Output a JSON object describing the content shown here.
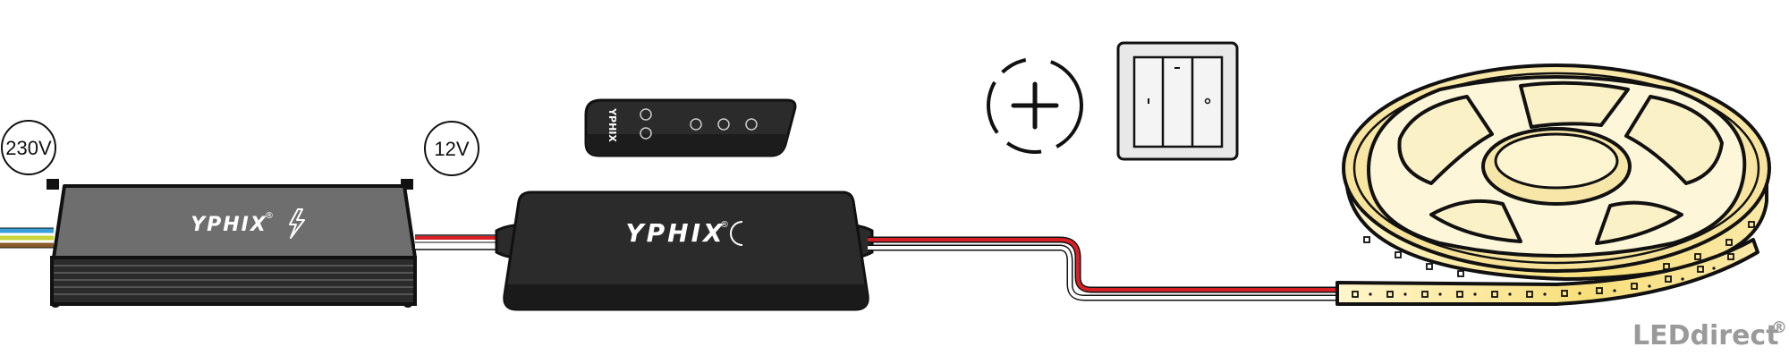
{
  "labels": {
    "input_voltage": "230V",
    "output_voltage": "12V"
  },
  "brand": {
    "name": "YPHIX",
    "reg_mark": "®",
    "remote_name": "YPHIX"
  },
  "logo": {
    "text": "LEDdirect",
    "reg_mark": "®"
  },
  "icons": {
    "driver_icon": "lightning-bolt-icon",
    "controller_icon": "crescent-moon-icon",
    "add_icon": "plus-icon"
  },
  "colors": {
    "housing_dark": "#2b2b2b",
    "housing_grey": "#6e6e6e",
    "wire_red": "#d81f26",
    "wire_blue": "#3aa0dc",
    "wire_yellow_green": "#c8d43a",
    "wire_brown": "#8a5a2b",
    "led_warm": "#fbe8a6",
    "logo_grey": "#9a9a9a"
  }
}
